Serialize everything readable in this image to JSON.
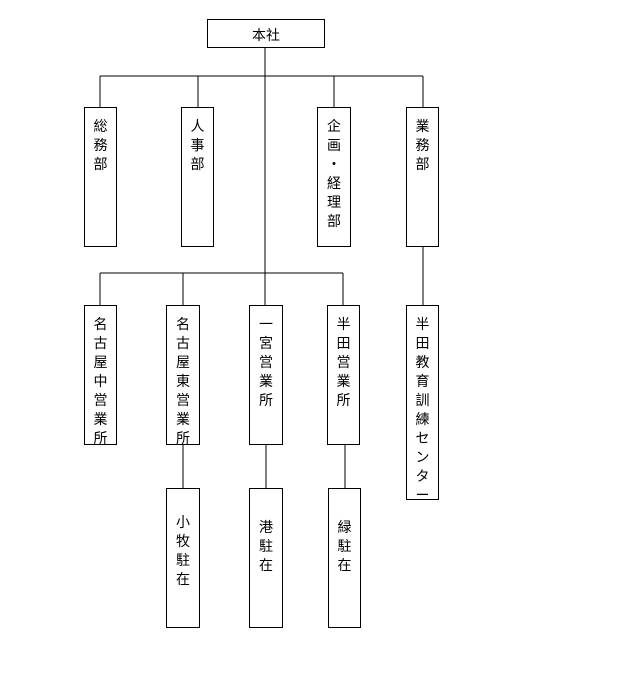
{
  "head_office": {
    "label": "本社"
  },
  "departments": [
    {
      "label": "総務部"
    },
    {
      "label": "人事部"
    },
    {
      "label": "企画・経理部"
    },
    {
      "label": "業務部"
    }
  ],
  "offices": [
    {
      "label": "名古屋中営業所"
    },
    {
      "label": "名古屋東営業所"
    },
    {
      "label": "一宮営業所"
    },
    {
      "label": "半田営業所"
    }
  ],
  "branches": [
    {
      "label": "小牧駐在"
    },
    {
      "label": "港駐在"
    },
    {
      "label": "緑駐在"
    }
  ],
  "training_center": {
    "label": "半田教育訓練センター"
  }
}
